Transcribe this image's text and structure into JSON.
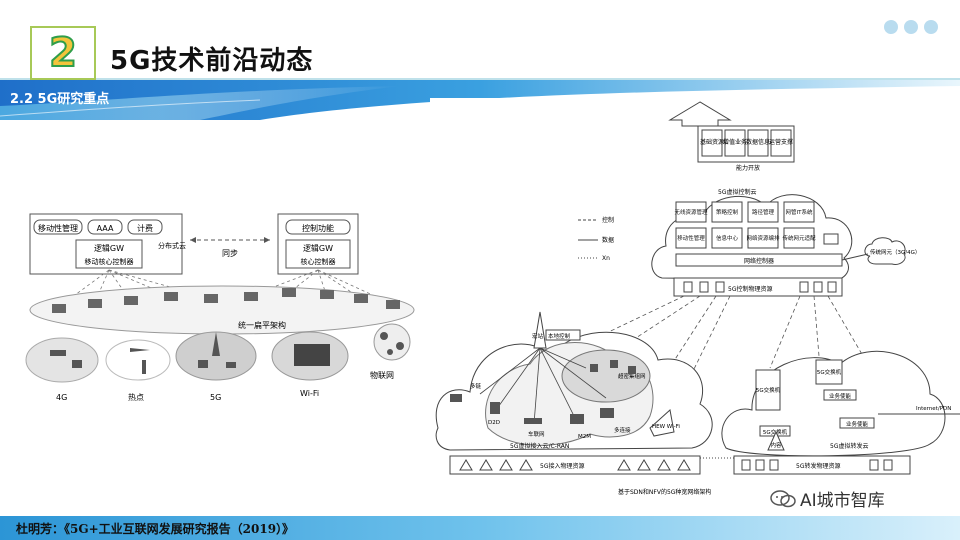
{
  "header": {
    "number": "2",
    "title": "5G技术前沿动态",
    "section": "2.2 5G研究重点"
  },
  "left_diagram": {
    "boxes": {
      "mobility": "移动性管理",
      "aaa": "AAA",
      "billing": "计费",
      "logic_gw_left": "逻辑GW",
      "core_ctrl_left": "移动核心控制器",
      "distributed_cloud": "分布式云",
      "sync": "同步",
      "control_func": "控制功能",
      "logic_gw_right": "逻辑GW",
      "core_ctrl_right": "核心控制器"
    },
    "plane": "统一扁平架构",
    "areas": [
      "4G",
      "热点",
      "5G",
      "Wi-Fi",
      "物联网"
    ]
  },
  "right_diagram": {
    "capability_open": "能力开放",
    "apps": [
      "基础资源",
      "增值业务",
      "数据信息",
      "运营支撑"
    ],
    "control_cloud": "5G虚拟控制云",
    "functions_row1": [
      "无线资源管理",
      "策略控制",
      "路径管理",
      "网管IT系统"
    ],
    "functions_row2": [
      "移动性管理",
      "信息中心",
      "网络资源编排",
      "传统网元适配"
    ],
    "net_controller": "网络控制器",
    "ctrl_phys": "5G控制物理资源",
    "legacy_ne": "传统网元（3G/4G）",
    "legend": [
      "控制",
      "数据",
      "Xn"
    ],
    "ran_labels": [
      "宏站",
      "本地控制",
      "超密集组网",
      "多链",
      "D2D",
      "车联网",
      "M2M",
      "多连接"
    ],
    "hew": "HEW Wi-Fi",
    "access_cloud": "5G虚拟接入云/C-RAN",
    "access_phys": "5G接入物理资源",
    "fwd_labels": [
      "5G交换机",
      "5G交换机",
      "业务使能",
      "5G交换机",
      "业务使能",
      "内容"
    ],
    "internet": "Internet/PDN",
    "fwd_cloud": "5G虚拟转发云",
    "fwd_phys": "5G转发物理资源",
    "caption": "基于SDN和NFV的5G种宽网络架构"
  },
  "footer": {
    "citation": "杜明芳：《5G+工业互联网发展研究报告（2019）》"
  },
  "watermark": {
    "text": "AI城市智库"
  },
  "colors": {
    "accent_blue": "#2c95d6",
    "banner_start": "#2f7fd0",
    "number_fill": "#f3c43b",
    "number_stroke": "#2f9e4a",
    "box_border": "#a7c957"
  }
}
